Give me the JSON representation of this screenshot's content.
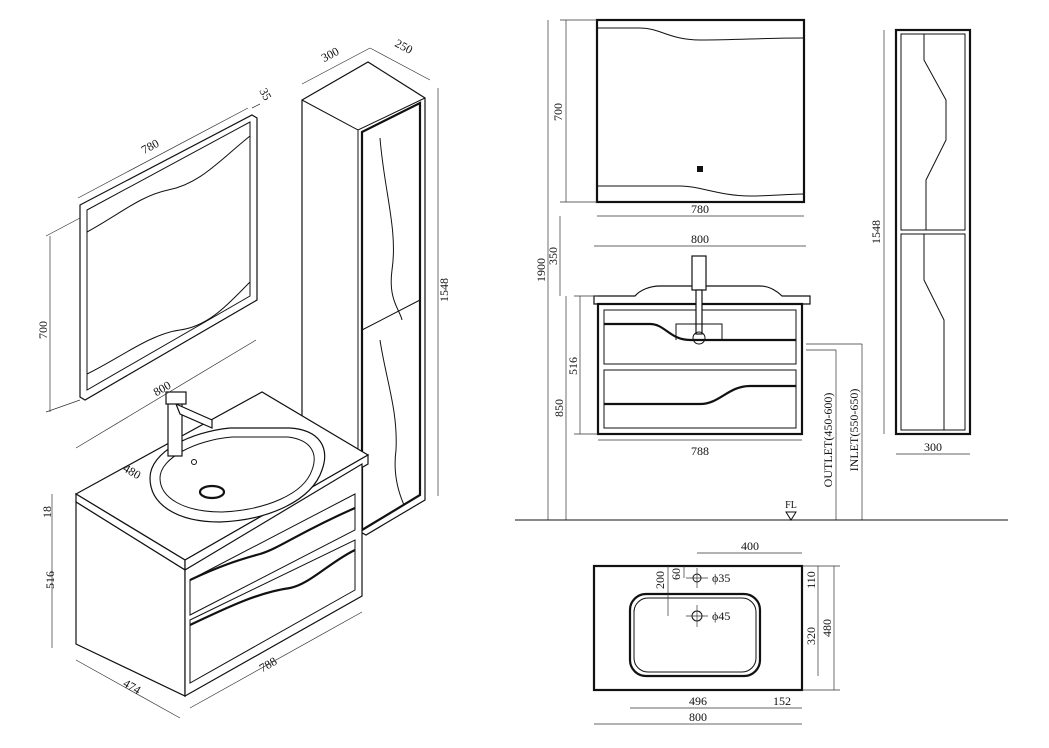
{
  "iso": {
    "mirror_width": "780",
    "mirror_depth": "35",
    "mirror_height": "700",
    "cabinet_depth": "300",
    "cabinet_width": "250",
    "cabinet_height": "1548",
    "vanity_width": "800",
    "basin_depth": "480",
    "top_thickness": "18",
    "vanity_height": "516",
    "vanity_depth": "474",
    "drawer_width": "788"
  },
  "mirror_front": {
    "height": "700",
    "width": "780"
  },
  "vanity_front": {
    "width_top": "800",
    "mount_height": "350",
    "total_height": "1900",
    "body_height": "516",
    "floor_height": "850",
    "drawer_width": "788",
    "outlet": "OUTLET(450-600)",
    "inlet": "INLET(550-650)",
    "floor_label": "FL"
  },
  "tall_cabinet_front": {
    "height": "1548",
    "width": "300"
  },
  "top_view": {
    "tap_offset": "400",
    "dim_200": "200",
    "dim_60": "60",
    "hole_small": "ϕ35",
    "hole_large": "ϕ45",
    "dim_110": "110",
    "dim_320": "320",
    "depth": "480",
    "basin_width": "496",
    "side_152": "152",
    "total_width": "800"
  }
}
